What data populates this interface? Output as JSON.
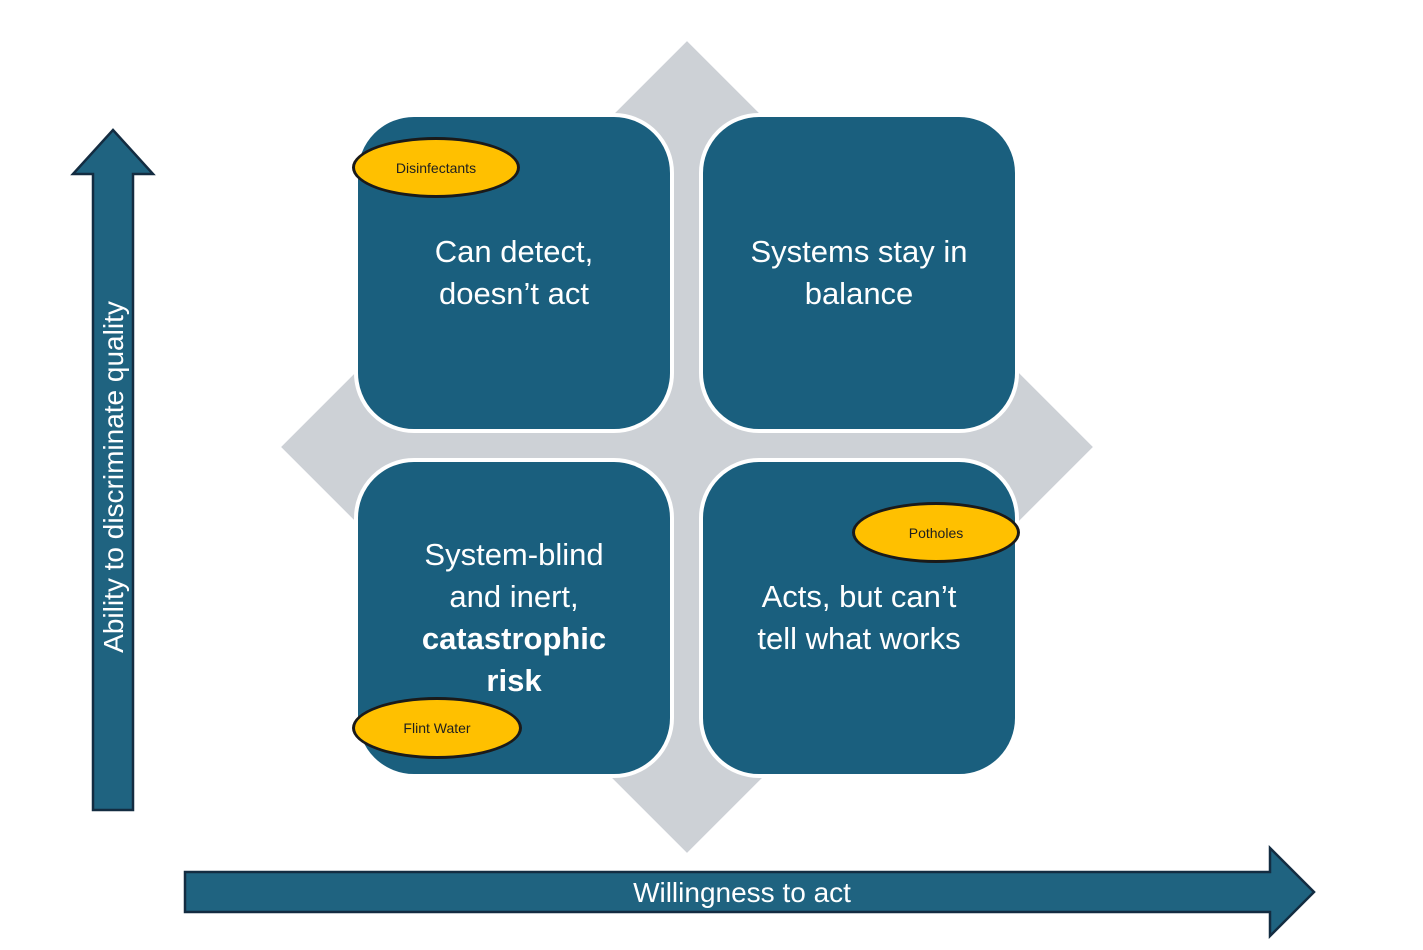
{
  "diagram": {
    "type": "quadrant-matrix",
    "axes": {
      "y_label": "Ability to discriminate quality",
      "x_label": "Willingness to act"
    },
    "quadrants": {
      "top_left": {
        "line1": "Can detect,",
        "line2": "doesn’t act"
      },
      "top_right": {
        "line1": "Systems stay in",
        "line2": "balance"
      },
      "bottom_left": {
        "line1": "System-blind",
        "line2": "and inert,",
        "line3_bold": "catastrophic",
        "line4_bold": "risk"
      },
      "bottom_right": {
        "line1": "Acts, but can’t",
        "line2": "tell what works"
      }
    },
    "tags": {
      "disinfectants": "Disinfectants",
      "flint_water": "Flint Water",
      "potholes": "Potholes"
    },
    "colors": {
      "quadrant_fill": "#1a5f7e",
      "quadrant_border": "#ffffff",
      "quadrant_text": "#ffffff",
      "diamond_fill": "#cdd1d6",
      "arrow_fill": "#1f6380",
      "arrow_outline": "#132c41",
      "tag_fill": "#ffc000",
      "tag_border": "#1a1a1a",
      "tag_text": "#1f1f1f",
      "background": "#ffffff"
    }
  }
}
